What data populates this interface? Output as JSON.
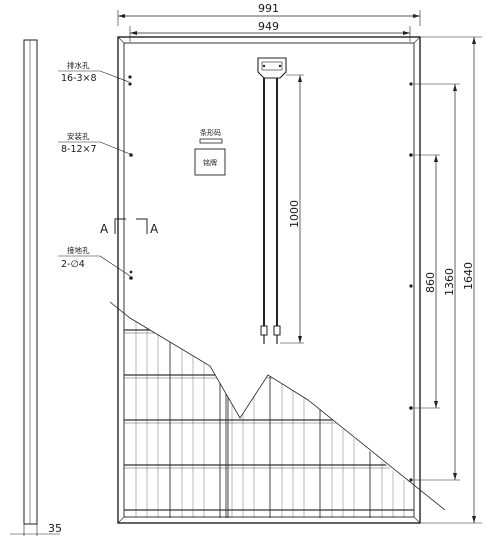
{
  "dimensions": {
    "total_width": "991",
    "frame_inner_width": "949",
    "cable_length": "1000",
    "mount_spacing_inner": "860",
    "mount_spacing_outer": "1360",
    "total_height": "1640",
    "frame_depth": "35"
  },
  "labels": {
    "drain_hole_name": "排水孔",
    "drain_hole_spec": "16-3×8",
    "mount_hole_name": "安装孔",
    "mount_hole_spec": "8-12×7",
    "ground_hole_name": "接地孔",
    "ground_hole_spec": "2-∅4",
    "barcode": "条形码",
    "nameplate": "铭牌",
    "section_left": "A",
    "section_right": "A"
  }
}
